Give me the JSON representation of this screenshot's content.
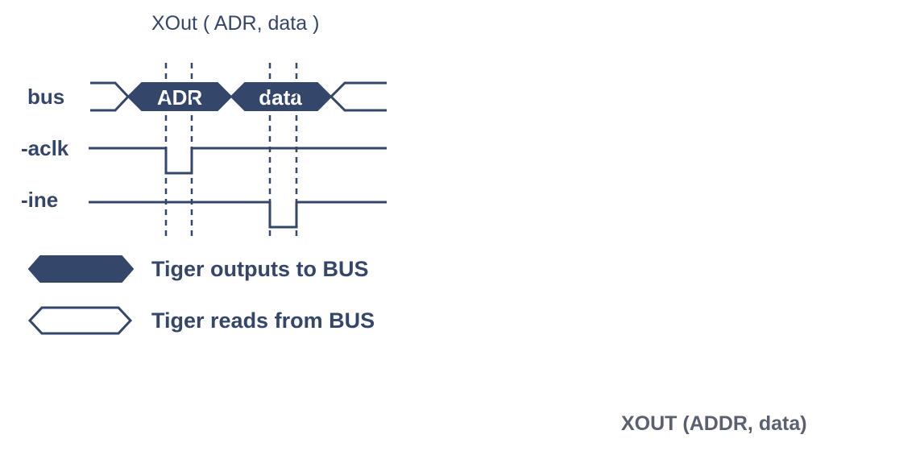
{
  "diagram": {
    "title": "XOut ( ADR, data )",
    "signals": {
      "bus": "bus",
      "aclk": "-aclk",
      "ine": "-ine"
    },
    "bus_segments": {
      "adr": "ADR",
      "data": "data"
    },
    "legend": {
      "outputs": "Tiger outputs to BUS",
      "reads": "Tiger reads from BUS"
    },
    "caption": "XOUT (ADDR, data)"
  },
  "colors": {
    "primary": "#34466a",
    "caption": "#5a6070",
    "background": "#ffffff"
  }
}
